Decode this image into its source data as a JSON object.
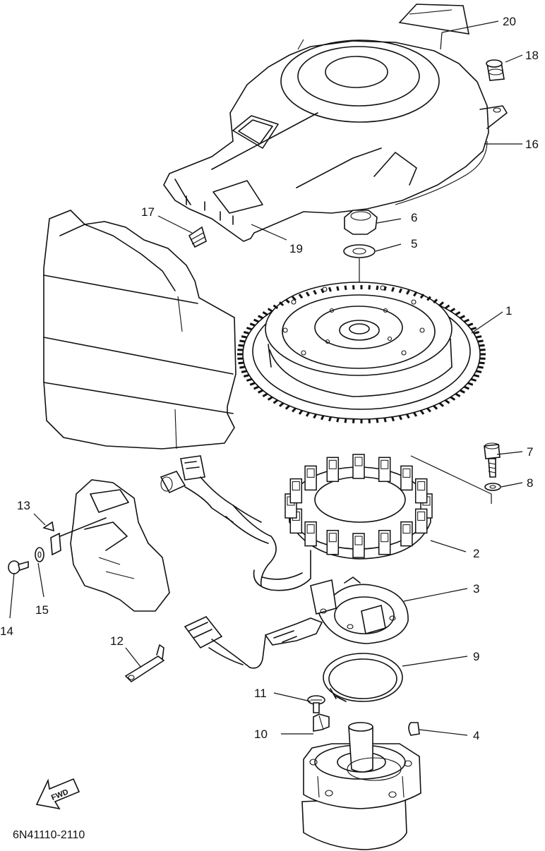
{
  "diagram": {
    "code": "6N41110-2110",
    "fwd_label": "FWD",
    "callouts": [
      "1",
      "2",
      "3",
      "4",
      "5",
      "6",
      "7",
      "8",
      "9",
      "10",
      "11",
      "12",
      "13",
      "14",
      "15",
      "16",
      "17",
      "18",
      "19",
      "20"
    ]
  }
}
